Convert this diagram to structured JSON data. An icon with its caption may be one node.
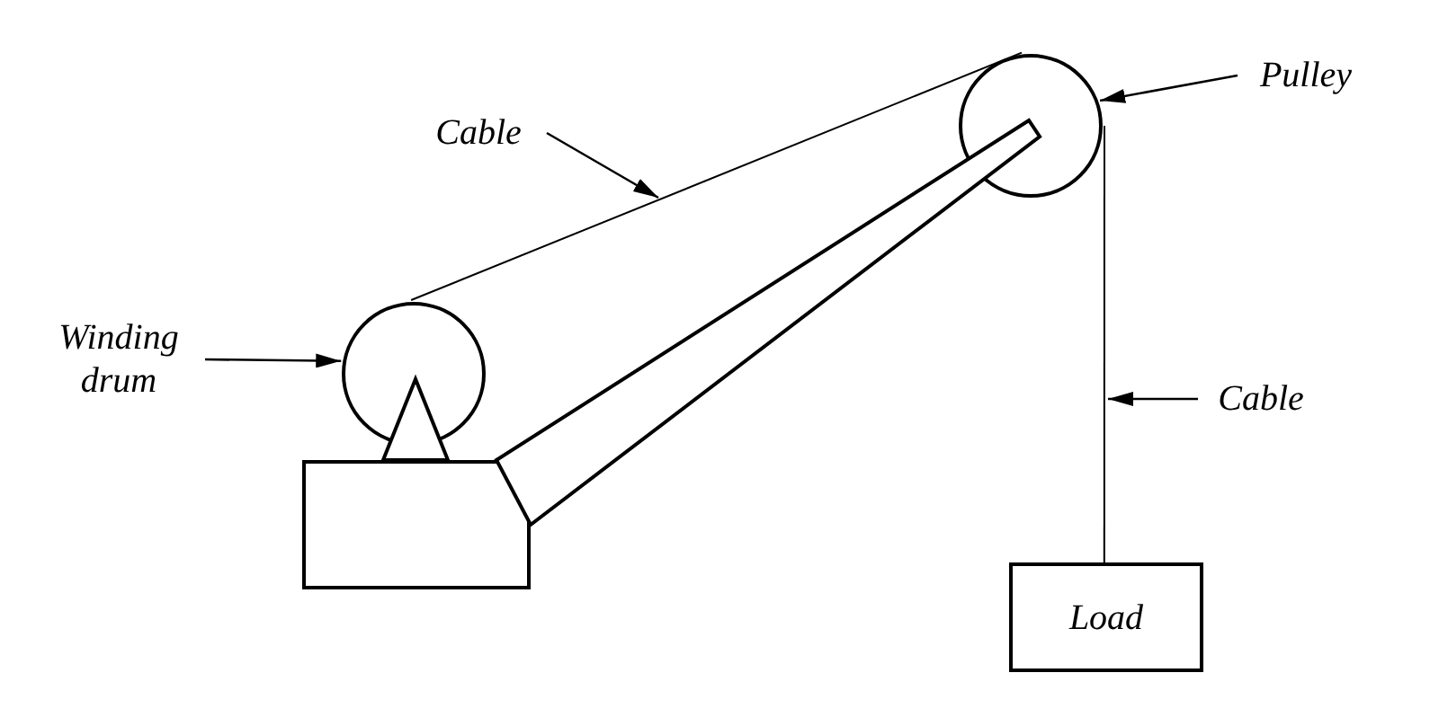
{
  "diagram": {
    "nodes": [
      {
        "text": [
          "Cable"
        ]
      },
      {
        "text": [
          "Pulley"
        ]
      },
      {
        "text": [
          "Winding drum"
        ]
      },
      {
        "text": [
          "Cable"
        ]
      },
      {
        "text": [
          "Load"
        ]
      },
      {
        "text": [],
        "shape": "circle"
      },
      {
        "text": [],
        "shape": "circle"
      },
      {
        "text": [],
        "shape": "box"
      }
    ],
    "edges": [
      {
        "from": 0,
        "to": null,
        "arrow": "to"
      },
      {
        "from": 1,
        "to": 5,
        "arrow": "to"
      },
      {
        "from": 2,
        "to": 6,
        "arrow": "to"
      },
      {
        "from": 6,
        "to": 5,
        "arrow": "none"
      },
      {
        "from": 5,
        "to": 4,
        "arrow": "none"
      },
      {
        "from": 3,
        "to": null,
        "arrow": "to"
      }
    ]
  }
}
